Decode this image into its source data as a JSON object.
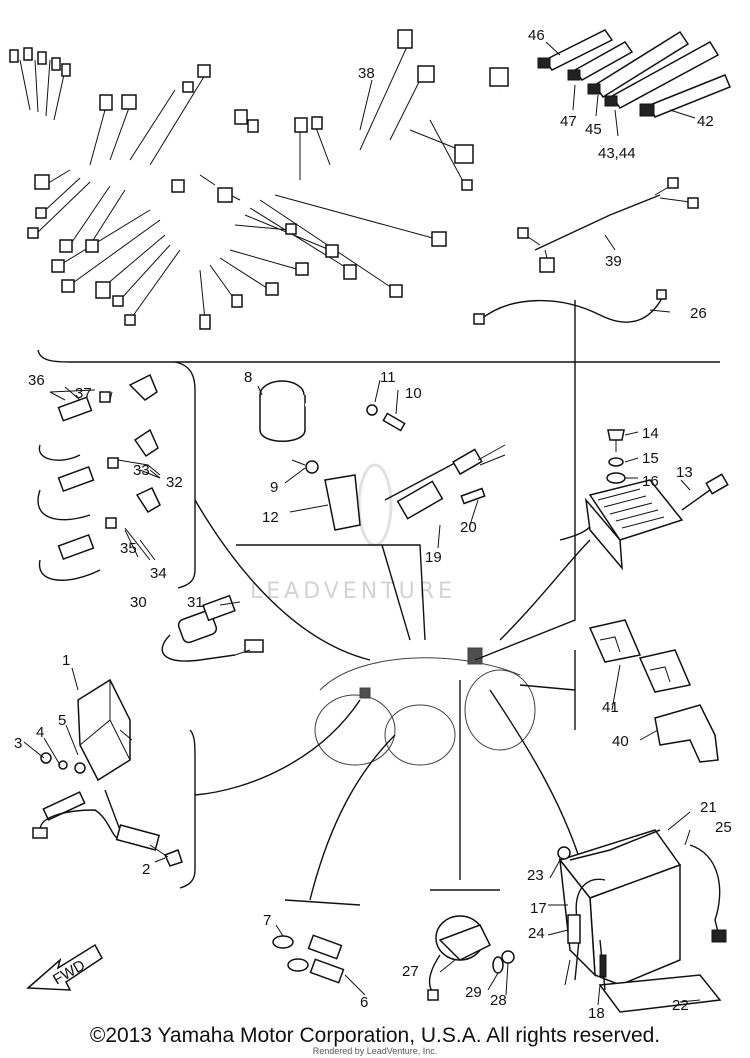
{
  "callouts": [
    "46",
    "47",
    "45",
    "43,44",
    "42",
    "38",
    "39",
    "26",
    "36",
    "37",
    "33",
    "32",
    "35",
    "34",
    "8",
    "11",
    "10",
    "9",
    "12",
    "19",
    "20",
    "14",
    "15",
    "16",
    "13",
    "30",
    "31",
    "1",
    "5",
    "4",
    "3",
    "2",
    "41",
    "40",
    "21",
    "25",
    "23",
    "17",
    "24",
    "18",
    "22",
    "7",
    "6",
    "27",
    "29",
    "28"
  ],
  "fwd_label": "FWD",
  "watermark": "LEADVENTURE",
  "copyright": "©2013 Yamaha Motor Corporation, U.S.A. All rights reserved.",
  "rendered_by": "Rendered by LeadVenture, Inc."
}
